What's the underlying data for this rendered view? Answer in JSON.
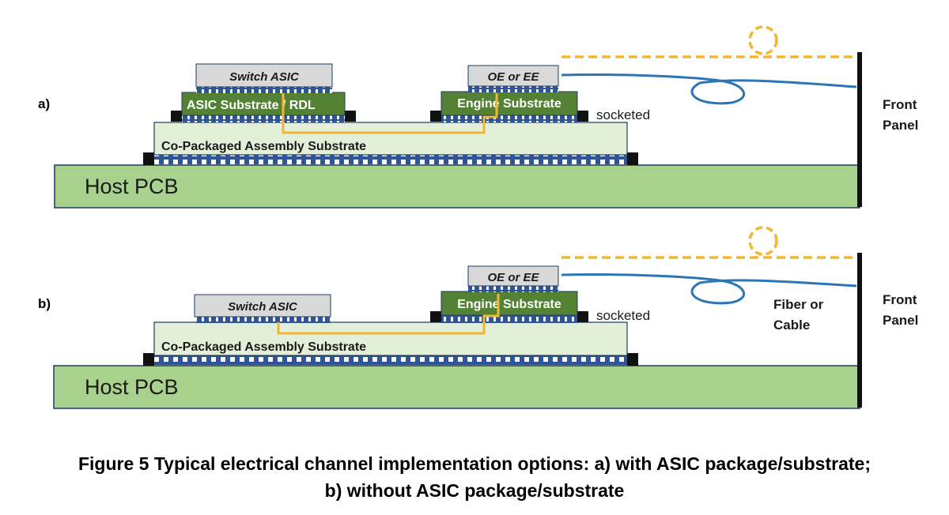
{
  "colors": {
    "pcb_green": "#a9d18e",
    "assembly_substrate": "#e2f0d9",
    "engine_substrate": "#548235",
    "chip_gray": "#d9d9d9",
    "bump_blue": "#2f5597",
    "trace_gold": "#f2b632",
    "fiber_blue": "#2e75b6",
    "outline": "#1f3864"
  },
  "panel_a": {
    "label": "a)",
    "switch_asic": "Switch ASIC",
    "asic_substrate": "ASIC Substrate / RDL",
    "oe_ee": "OE or EE",
    "engine_substrate": "Engine Substrate",
    "socketed": "socketed",
    "assembly_substrate": "Co-Packaged Assembly Substrate",
    "host_pcb": "Host PCB",
    "front_panel_line1": "Front",
    "front_panel_line2": "Panel"
  },
  "panel_b": {
    "label": "b)",
    "switch_asic": "Switch ASIC",
    "oe_ee": "OE or EE",
    "engine_substrate": "Engine Substrate",
    "socketed": "socketed",
    "assembly_substrate": "Co-Packaged Assembly Substrate",
    "host_pcb": "Host PCB",
    "fiber_line1": "Fiber or",
    "fiber_line2": "Cable",
    "front_panel_line1": "Front",
    "front_panel_line2": "Panel"
  },
  "caption": {
    "line1": "Figure 5 Typical electrical channel implementation options: a) with ASIC package/substrate;",
    "line2": "b) without ASIC package/substrate"
  }
}
